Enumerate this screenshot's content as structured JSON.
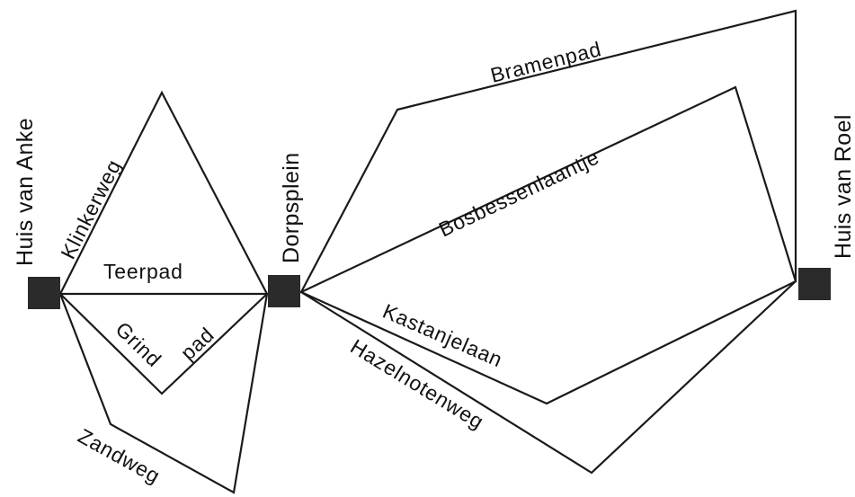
{
  "places": {
    "huis_van_anke": "Huis van Anke",
    "dorpsplein": "Dorpsplein",
    "huis_van_roel": "Huis van Roel"
  },
  "roads": {
    "klinkerweg": "Klinkerweg",
    "teerpad": "Teerpad",
    "grind": "Grind",
    "pad": "pad",
    "zandweg": "Zandweg",
    "bramenpad": "Bramenpad",
    "bosbessenlaantje": "Bosbessenlaantje",
    "kastanjelaan": "Kastanjelaan",
    "hazelnotenweg": "Hazelnotenweg"
  },
  "colors": {
    "line": "#1a1a1a",
    "node": "#2b2b2b",
    "background": "#ffffff"
  }
}
